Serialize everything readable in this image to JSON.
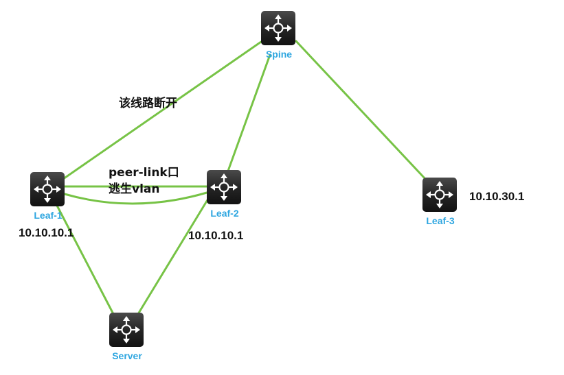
{
  "nodes": {
    "spine": {
      "label": "Spine",
      "icon": "switch-icon"
    },
    "leaf1": {
      "label": "Leaf-1",
      "ip": "10.10.10.1",
      "icon": "switch-icon"
    },
    "leaf2": {
      "label": "Leaf-2",
      "ip": "10.10.10.1",
      "icon": "switch-icon"
    },
    "leaf3": {
      "label": "Leaf-3",
      "ip": "10.10.30.1",
      "icon": "switch-icon"
    },
    "server": {
      "label": "Server",
      "icon": "switch-icon"
    }
  },
  "annotations": {
    "broken_link": "该线路断开",
    "peer_link": "peer-link口",
    "escape_vlan": "逃生vlan"
  },
  "colors": {
    "link": "#77c346",
    "node_label": "#2ea6e0",
    "device_body": "#2a2a2a",
    "text": "#111111"
  }
}
